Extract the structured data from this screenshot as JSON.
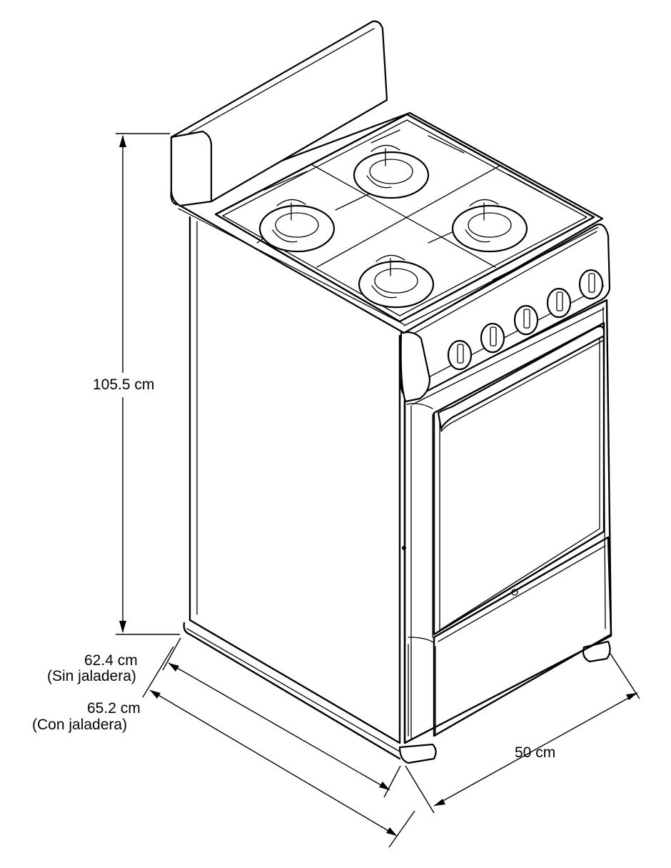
{
  "dimensions": {
    "height": "105.5 cm",
    "depth_without_handle_value": "62.4 cm",
    "depth_without_handle_note": "(Sin jaladera)",
    "depth_with_handle_value": "65.2 cm",
    "depth_with_handle_note": "(Con jaladera)",
    "width": "50 cm"
  },
  "appliance": {
    "burner_count": 4,
    "knob_count": 5
  },
  "colors": {
    "line": "#000000",
    "background": "#ffffff"
  }
}
